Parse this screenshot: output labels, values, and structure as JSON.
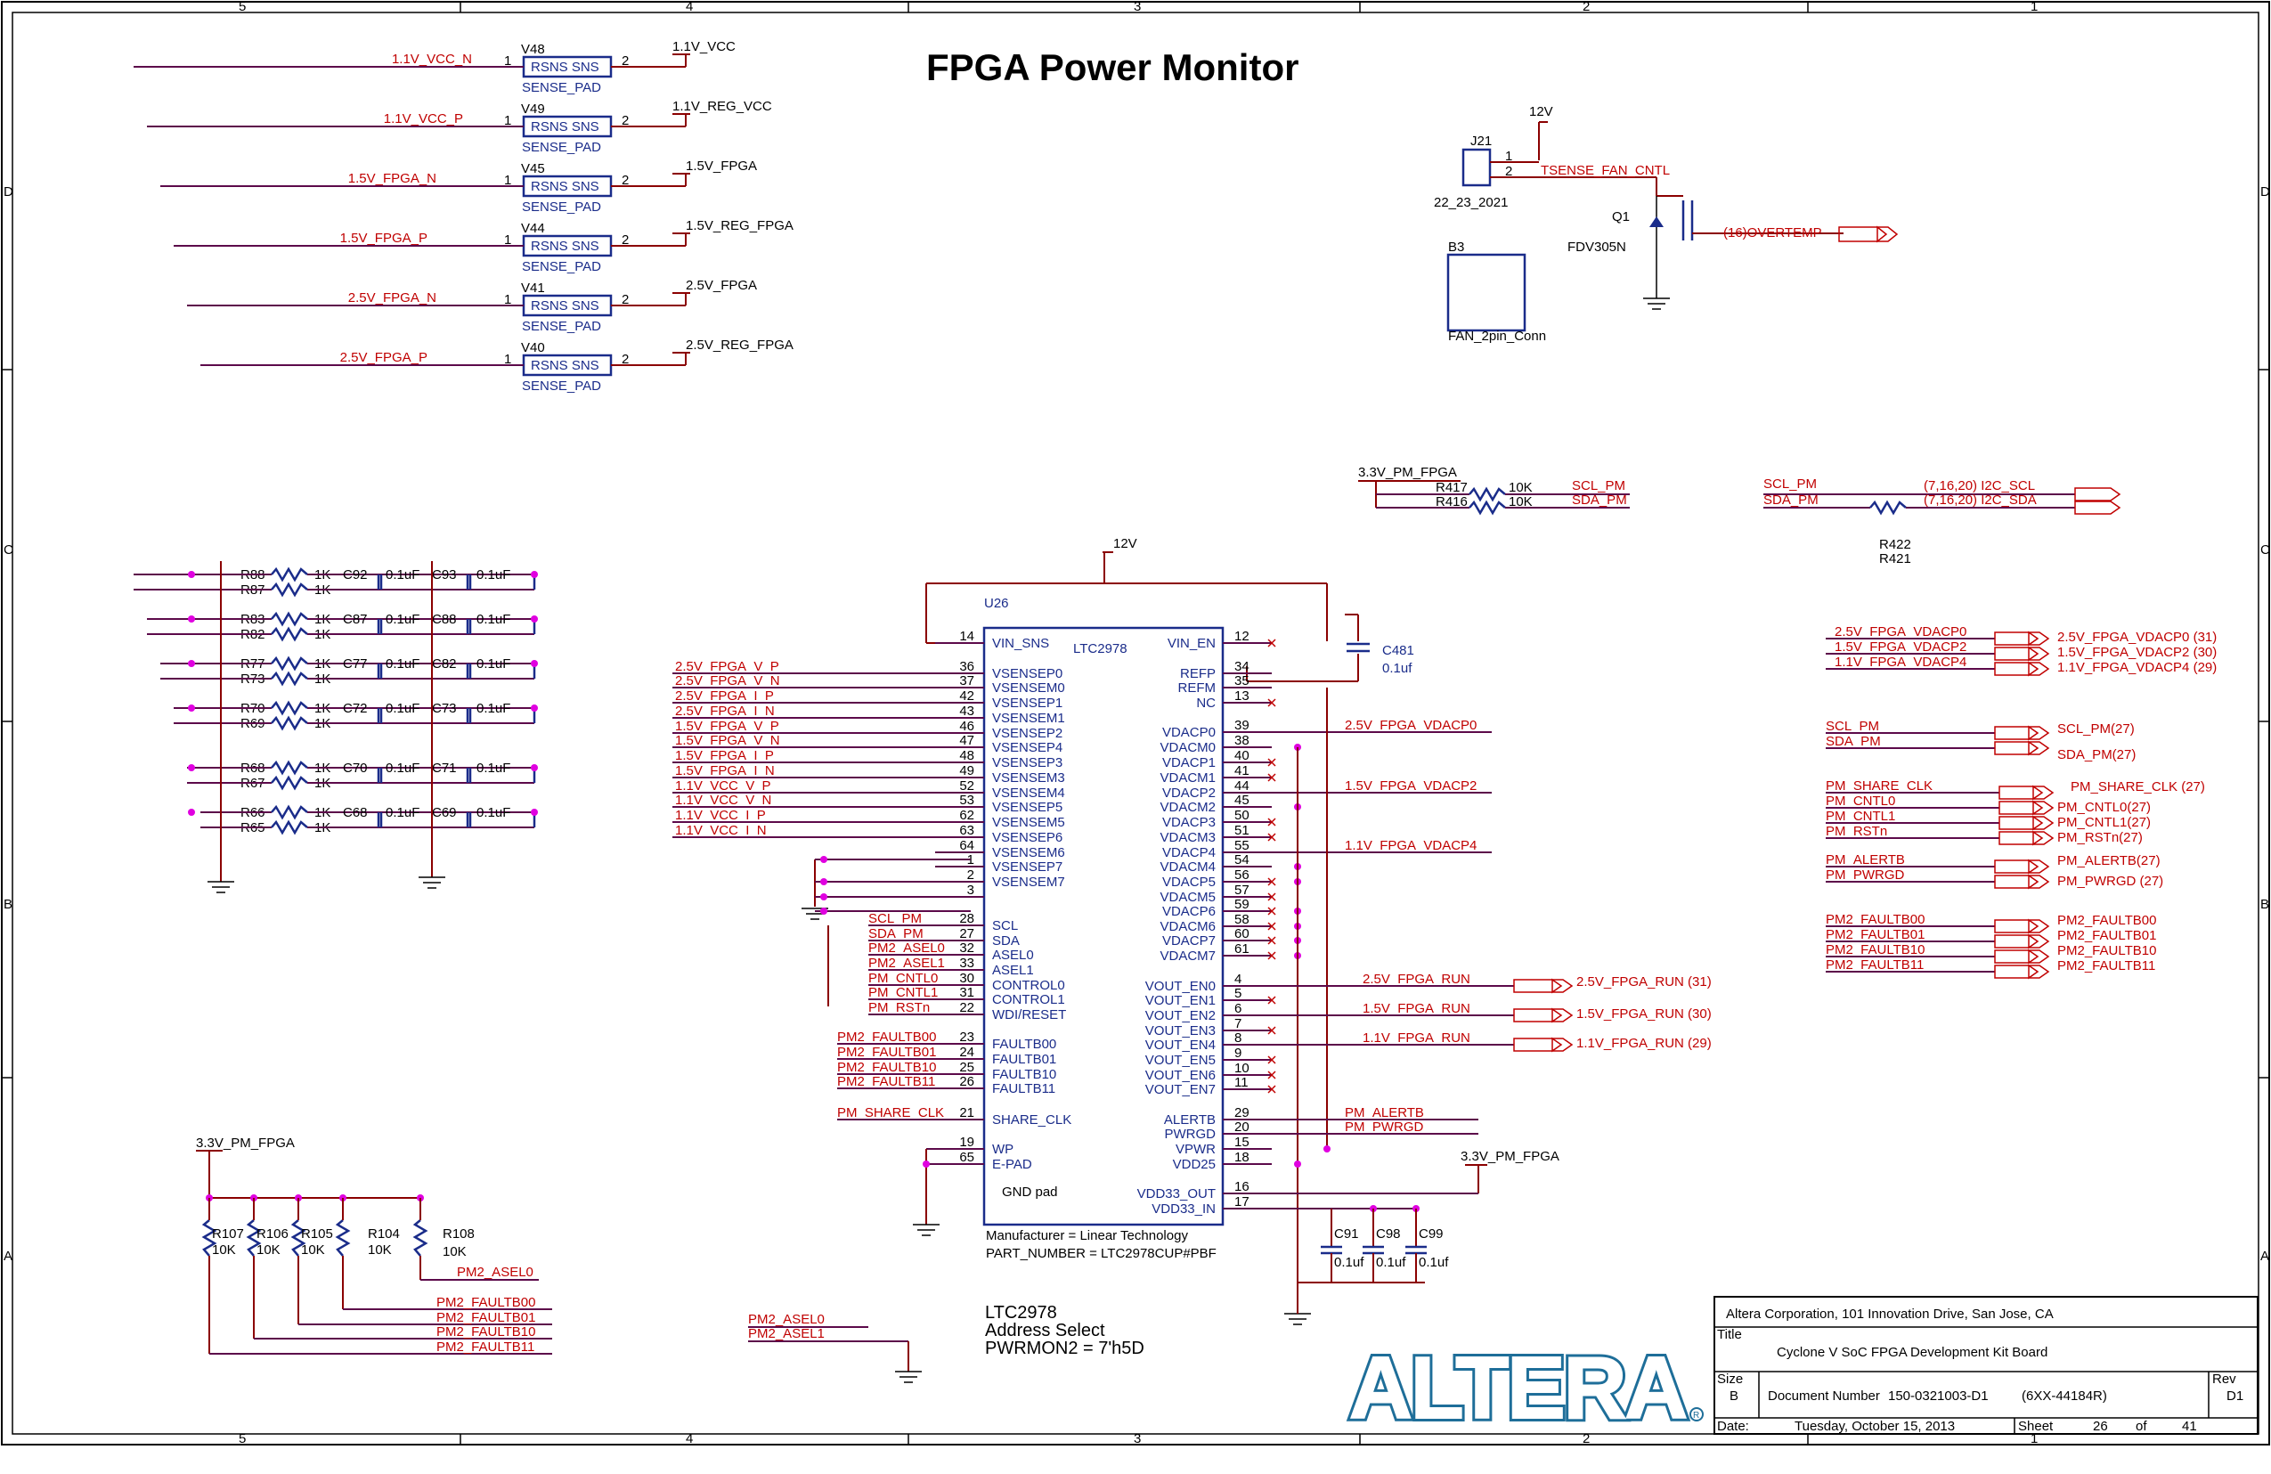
{
  "title": "FPGA Power Monitor",
  "frame": {
    "zone_cols": [
      "5",
      "4",
      "3",
      "2",
      "1"
    ],
    "zone_rows": [
      "D",
      "C",
      "B",
      "A"
    ]
  },
  "sense_pads": [
    {
      "ref": "V48",
      "net_in": "1.1V_VCC_N",
      "net_out": "1.1V_VCC",
      "p1": "1",
      "p2": "2",
      "body": "RSNS  SNS",
      "part": "SENSE_PAD"
    },
    {
      "ref": "V49",
      "net_in": "1.1V_VCC_P",
      "net_out": "1.1V_REG_VCC",
      "p1": "1",
      "p2": "2",
      "body": "RSNS  SNS",
      "part": "SENSE_PAD"
    },
    {
      "ref": "V45",
      "net_in": "1.5V_FPGA_N",
      "net_out": "1.5V_FPGA",
      "p1": "1",
      "p2": "2",
      "body": "RSNS  SNS",
      "part": "SENSE_PAD"
    },
    {
      "ref": "V44",
      "net_in": "1.5V_FPGA_P",
      "net_out": "1.5V_REG_FPGA",
      "p1": "1",
      "p2": "2",
      "body": "RSNS  SNS",
      "part": "SENSE_PAD"
    },
    {
      "ref": "V41",
      "net_in": "2.5V_FPGA_N",
      "net_out": "2.5V_FPGA",
      "p1": "1",
      "p2": "2",
      "body": "RSNS  SNS",
      "part": "SENSE_PAD"
    },
    {
      "ref": "V40",
      "net_in": "2.5V_FPGA_P",
      "net_out": "2.5V_REG_FPGA",
      "p1": "1",
      "p2": "2",
      "body": "RSNS  SNS",
      "part": "SENSE_PAD"
    }
  ],
  "fan": {
    "j_ref": "J21",
    "j_part": "22_23_2021",
    "j_p1": "1",
    "j_p2": "2",
    "v12": "12V",
    "net": "TSENSE_FAN_CNTL",
    "q_ref": "Q1",
    "q_part": "FDV305N",
    "overtemp": "(16)OVERTEMP",
    "b_ref": "B3",
    "b_part": "FAN_2pin_Conn"
  },
  "i2c": {
    "rail": "3.3V_PM_FPGA",
    "r1": "R417",
    "r1v": "10K",
    "r2": "R416",
    "r2v": "10K",
    "scl": "SCL_PM",
    "sda": "SDA_PM",
    "scl2": "SCL_PM",
    "sda2": "SDA_PM",
    "r3": "R422",
    "r4": "R421",
    "scl_off": "(7,16,20) I2C_SCL",
    "sda_off": "(7,16,20) I2C_SDA"
  },
  "filters": [
    {
      "ra": "R88",
      "rb": "R87",
      "rv": "1K",
      "ca": "C92",
      "cb": "C93",
      "cv": "0.1uF"
    },
    {
      "ra": "R83",
      "rb": "R82",
      "rv": "1K",
      "ca": "C87",
      "cb": "C88",
      "cv": "0.1uF"
    },
    {
      "ra": "R77",
      "rb": "R73",
      "rv": "1K",
      "ca": "C77",
      "cb": "C82",
      "cv": "0.1uF"
    },
    {
      "ra": "R70",
      "rb": "R69",
      "rv": "1K",
      "ca": "C72",
      "cb": "C73",
      "cv": "0.1uF"
    },
    {
      "ra": "R68",
      "rb": "R67",
      "rv": "1K",
      "ca": "C70",
      "cb": "C71",
      "cv": "0.1uF"
    },
    {
      "ra": "R66",
      "rb": "R65",
      "rv": "1K",
      "ca": "C68",
      "cb": "C69",
      "cv": "0.1uF"
    }
  ],
  "u26": {
    "ref": "U26",
    "part": "LTC2978",
    "v12": "12V",
    "manufacturer": "Manufacturer = Linear Technology",
    "part_number": "PART_NUMBER = LTC2978CUP#PBF",
    "gnd_pad": "GND pad",
    "c481": "C481",
    "c481v": "0.1uf",
    "left_pins": [
      {
        "name": "VIN_SNS",
        "num": "14",
        "net": ""
      },
      {
        "name": "VSENSEP0",
        "num": "36",
        "net": "2.5V_FPGA_V_P"
      },
      {
        "name": "VSENSEM0",
        "num": "37",
        "net": "2.5V_FPGA_V_N"
      },
      {
        "name": "VSENSEP1",
        "num": "42",
        "net": "2.5V_FPGA_I_P"
      },
      {
        "name": "VSENSEM1",
        "num": "43",
        "net": "2.5V_FPGA_I_N"
      },
      {
        "name": "VSENSEP2",
        "num": "46",
        "net": "1.5V_FPGA_V_P"
      },
      {
        "name": "VSENSEP4",
        "num": "47",
        "net": "1.5V_FPGA_V_N"
      },
      {
        "name": "VSENSEP3",
        "num": "48",
        "net": "1.5V_FPGA_I_P"
      },
      {
        "name": "VSENSEM3",
        "num": "49",
        "net": "1.5V_FPGA_I_N"
      },
      {
        "name": "VSENSEM4",
        "num": "52",
        "net": "1.1V_VCC_V_P"
      },
      {
        "name": "VSENSEP5",
        "num": "53",
        "net": "1.1V_VCC_V_N"
      },
      {
        "name": "VSENSEM5",
        "num": "62",
        "net": "1.1V_VCC_I_P"
      },
      {
        "name": "VSENSEP6",
        "num": "63",
        "net": "1.1V_VCC_I_N"
      },
      {
        "name": "VSENSEM6",
        "num": "64",
        "net": ""
      },
      {
        "name": "VSENSEP7",
        "num": "1",
        "net": ""
      },
      {
        "name": "VSENSEM7",
        "num": "2",
        "net": ""
      },
      {
        "name": "",
        "num": "3",
        "net": ""
      },
      {
        "name": "SCL",
        "num": "28",
        "net": "SCL_PM"
      },
      {
        "name": "SDA",
        "num": "27",
        "net": "SDA_PM"
      },
      {
        "name": "ASEL0",
        "num": "32",
        "net": "PM2_ASEL0"
      },
      {
        "name": "ASEL1",
        "num": "33",
        "net": "PM2_ASEL1"
      },
      {
        "name": "CONTROL0",
        "num": "30",
        "net": "PM_CNTL0"
      },
      {
        "name": "CONTROL1",
        "num": "31",
        "net": "PM_CNTL1"
      },
      {
        "name": "WDI/RESET",
        "num": "22",
        "net": "PM_RSTn"
      },
      {
        "name": "FAULTB00",
        "num": "23",
        "net": "PM2_FAULTB00"
      },
      {
        "name": "FAULTB01",
        "num": "24",
        "net": "PM2_FAULTB01"
      },
      {
        "name": "FAULTB10",
        "num": "25",
        "net": "PM2_FAULTB10"
      },
      {
        "name": "FAULTB11",
        "num": "26",
        "net": "PM2_FAULTB11"
      },
      {
        "name": "SHARE_CLK",
        "num": "21",
        "net": "PM_SHARE_CLK"
      },
      {
        "name": "WP",
        "num": "19",
        "net": ""
      },
      {
        "name": "E-PAD",
        "num": "65",
        "net": ""
      }
    ],
    "right_pins": [
      {
        "name": "VIN_EN",
        "num": "12",
        "net": ""
      },
      {
        "name": "REFP",
        "num": "34",
        "net": ""
      },
      {
        "name": "REFM",
        "num": "35",
        "net": ""
      },
      {
        "name": "NC",
        "num": "13",
        "net": ""
      },
      {
        "name": "VDACP0",
        "num": "39",
        "net": "2.5V_FPGA_VDACP0"
      },
      {
        "name": "VDACM0",
        "num": "38",
        "net": ""
      },
      {
        "name": "VDACP1",
        "num": "40",
        "net": ""
      },
      {
        "name": "VDACM1",
        "num": "41",
        "net": ""
      },
      {
        "name": "VDACP2",
        "num": "44",
        "net": "1.5V_FPGA_VDACP2"
      },
      {
        "name": "VDACM2",
        "num": "45",
        "net": ""
      },
      {
        "name": "VDACP3",
        "num": "50",
        "net": ""
      },
      {
        "name": "VDACM3",
        "num": "51",
        "net": ""
      },
      {
        "name": "VDACP4",
        "num": "55",
        "net": "1.1V_FPGA_VDACP4"
      },
      {
        "name": "VDACM4",
        "num": "54",
        "net": ""
      },
      {
        "name": "VDACP5",
        "num": "56",
        "net": ""
      },
      {
        "name": "VDACM5",
        "num": "57",
        "net": ""
      },
      {
        "name": "VDACP6",
        "num": "59",
        "net": ""
      },
      {
        "name": "VDACM6",
        "num": "58",
        "net": ""
      },
      {
        "name": "VDACP7",
        "num": "60",
        "net": ""
      },
      {
        "name": "VDACM7",
        "num": "61",
        "net": ""
      },
      {
        "name": "VOUT_EN0",
        "num": "4",
        "net": "2.5V_FPGA_RUN"
      },
      {
        "name": "VOUT_EN1",
        "num": "5",
        "net": ""
      },
      {
        "name": "VOUT_EN2",
        "num": "6",
        "net": "1.5V_FPGA_RUN"
      },
      {
        "name": "VOUT_EN3",
        "num": "7",
        "net": ""
      },
      {
        "name": "VOUT_EN4",
        "num": "8",
        "net": "1.1V_FPGA_RUN"
      },
      {
        "name": "VOUT_EN5",
        "num": "9",
        "net": ""
      },
      {
        "name": "VOUT_EN6",
        "num": "10",
        "net": ""
      },
      {
        "name": "VOUT_EN7",
        "num": "11",
        "net": ""
      },
      {
        "name": "ALERTB",
        "num": "29",
        "net": "PM_ALERTB"
      },
      {
        "name": "PWRGD",
        "num": "20",
        "net": "PM_PWRGD"
      },
      {
        "name": "VPWR",
        "num": "15",
        "net": ""
      },
      {
        "name": "VDD25",
        "num": "18",
        "net": ""
      },
      {
        "name": "VDD33_OUT",
        "num": "16",
        "net": ""
      },
      {
        "name": "VDD33_IN",
        "num": "17",
        "net": ""
      }
    ],
    "run_ports": [
      "2.5V_FPGA_RUN (31)",
      "1.5V_FPGA_RUN (30)",
      "1.1V_FPGA_RUN (29)"
    ],
    "rail33": "3.3V_PM_FPGA",
    "caps": [
      {
        "ref": "C91",
        "val": "0.1uf"
      },
      {
        "ref": "C98",
        "val": "0.1uf"
      },
      {
        "ref": "C99",
        "val": "0.1uf"
      }
    ]
  },
  "offsheet": {
    "vdac": [
      {
        "net": "2.5V_FPGA_VDACP0",
        "port": "2.5V_FPGA_VDACP0 (31)"
      },
      {
        "net": "1.5V_FPGA_VDACP2",
        "port": "1.5V_FPGA_VDACP2 (30)"
      },
      {
        "net": "1.1V_FPGA_VDACP4",
        "port": "1.1V_FPGA_VDACP4 (29)"
      }
    ],
    "i2c": [
      {
        "net": "SCL_PM",
        "port": "SCL_PM(27)"
      },
      {
        "net": "SDA_PM",
        "port": "SDA_PM(27)"
      }
    ],
    "ctrl": [
      {
        "net": "PM_SHARE_CLK",
        "port": "PM_SHARE_CLK (27)"
      },
      {
        "net": "PM_CNTL0",
        "port": "PM_CNTL0(27)"
      },
      {
        "net": "PM_CNTL1",
        "port": "PM_CNTL1(27)"
      },
      {
        "net": "PM_RSTn",
        "port": "PM_RSTn(27)"
      }
    ],
    "alert": [
      {
        "net": "PM_ALERTB",
        "port": "PM_ALERTB(27)"
      },
      {
        "net": "PM_PWRGD",
        "port": "PM_PWRGD (27)"
      }
    ],
    "fault": [
      {
        "net": "PM2_FAULTB00",
        "port": "PM2_FAULTB00"
      },
      {
        "net": "PM2_FAULTB01",
        "port": "PM2_FAULTB01"
      },
      {
        "net": "PM2_FAULTB10",
        "port": "PM2_FAULTB10"
      },
      {
        "net": "PM2_FAULTB11",
        "port": "PM2_FAULTB11"
      }
    ]
  },
  "pullups": {
    "rail": "3.3V_PM_FPGA",
    "resistors": [
      {
        "ref": "R107",
        "val": "10K"
      },
      {
        "ref": "R106",
        "val": "10K"
      },
      {
        "ref": "R105",
        "val": "10K"
      },
      {
        "ref": "R104",
        "val": "10K"
      },
      {
        "ref": "R108",
        "val": "10K"
      }
    ],
    "nets": [
      "PM2_ASEL0",
      "PM2_FAULTB00",
      "PM2_FAULTB01",
      "PM2_FAULTB10",
      "PM2_FAULTB11"
    ]
  },
  "asel_gnd": [
    "PM2_ASEL0",
    "PM2_ASEL1"
  ],
  "address_note": [
    "LTC2978",
    "Address  Select",
    "PWRMON2 = 7'h5D"
  ],
  "logo": "ALTERA",
  "title_block": {
    "company": "Altera Corporation, 101 Innovation Drive, San Jose, CA",
    "title_label": "Title",
    "title": "Cyclone V SoC FPGA Development Kit Board",
    "size_label": "Size",
    "size": "B",
    "doc_label": "Document  Number",
    "doc": "150-0321003-D1",
    "doc2": "(6XX-44184R)",
    "rev_label": "Rev",
    "rev": "D1",
    "date_label": "Date:",
    "date": "Tuesday, October 15, 2013",
    "sheet_label": "Sheet",
    "sheet": "26",
    "of_label": "of",
    "of": "41"
  }
}
